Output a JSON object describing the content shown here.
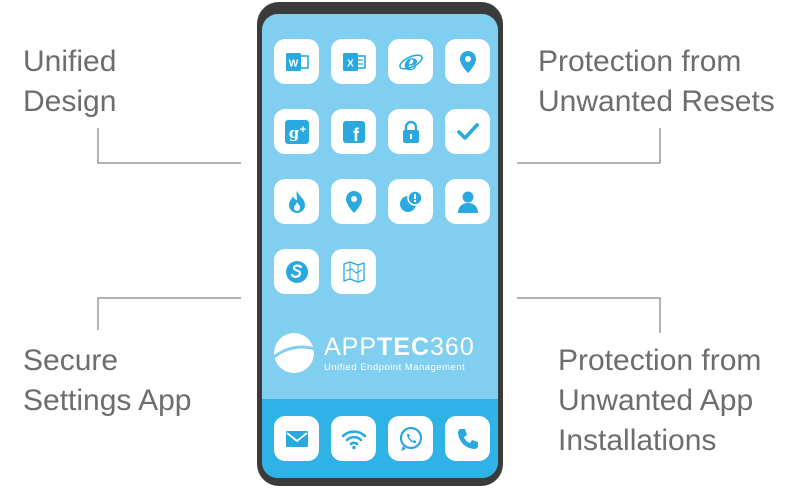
{
  "callouts": {
    "unified_design": [
      "Unified",
      "Design"
    ],
    "protection_resets": [
      "Protection from",
      "Unwanted Resets"
    ],
    "secure_settings": [
      "Secure",
      "Settings App"
    ],
    "protection_installs": [
      "Protection from",
      "Unwanted App",
      "Installations"
    ]
  },
  "brand": {
    "name_light": "APP",
    "name_bold": "TEC",
    "name_suffix": "360",
    "tagline": "Unified Endpoint Management"
  },
  "apps": [
    "word-icon",
    "excel-icon",
    "ie-icon",
    "location-icon",
    "google-plus-icon",
    "facebook-icon",
    "lock-icon",
    "check-icon",
    "flame-icon",
    "location-pin-icon",
    "chat-alert-icon",
    "user-icon",
    "simplenote-icon",
    "map-icon"
  ],
  "dock": [
    "mail-icon",
    "wifi-icon",
    "whatsapp-icon",
    "phone-icon"
  ],
  "colors": {
    "screen": "#80cff0",
    "dock": "#2fb3e7",
    "icon": "#2aa8e0",
    "text": "#6d6d6d",
    "frame": "#3b3b3b"
  }
}
